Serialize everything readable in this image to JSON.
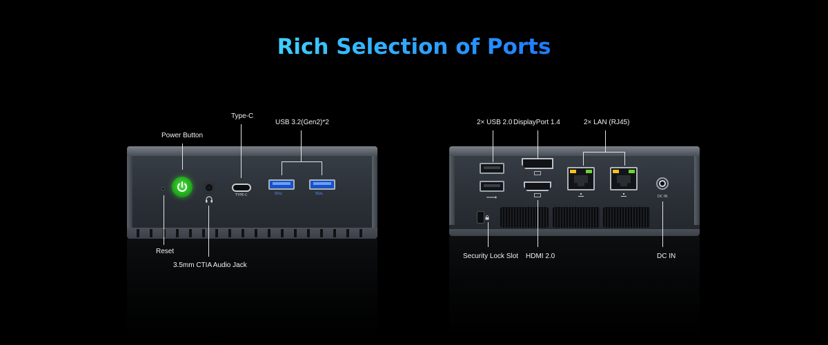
{
  "title": "Rich Selection of Ports",
  "front_labels": {
    "power": "Power Button",
    "typec": "Type-C",
    "usb32": "USB 3.2(Gen2)*2",
    "reset": "Reset",
    "audio": "3.5mm CTIA Audio Jack"
  },
  "rear_labels": {
    "usb20": "2× USB 2.0",
    "dp": "DisplayPort 1.4",
    "lan": "2× LAN (RJ45)",
    "lock": "Security Lock Slot",
    "hdmi": "HDMI 2.0",
    "dc": "DC IN"
  },
  "port_marks": {
    "typec": "TYPE-C",
    "ss1": "SS⇆",
    "ss2": "SS⇆",
    "dcin": "DC IN"
  },
  "colors": {
    "title_start": "#3fd0ff",
    "title_end": "#1e7bff",
    "power_green": "#1fa81a",
    "usb_blue": "#1552c9",
    "lan_yellow": "#f4c21a",
    "lan_green": "#6bd62a"
  }
}
